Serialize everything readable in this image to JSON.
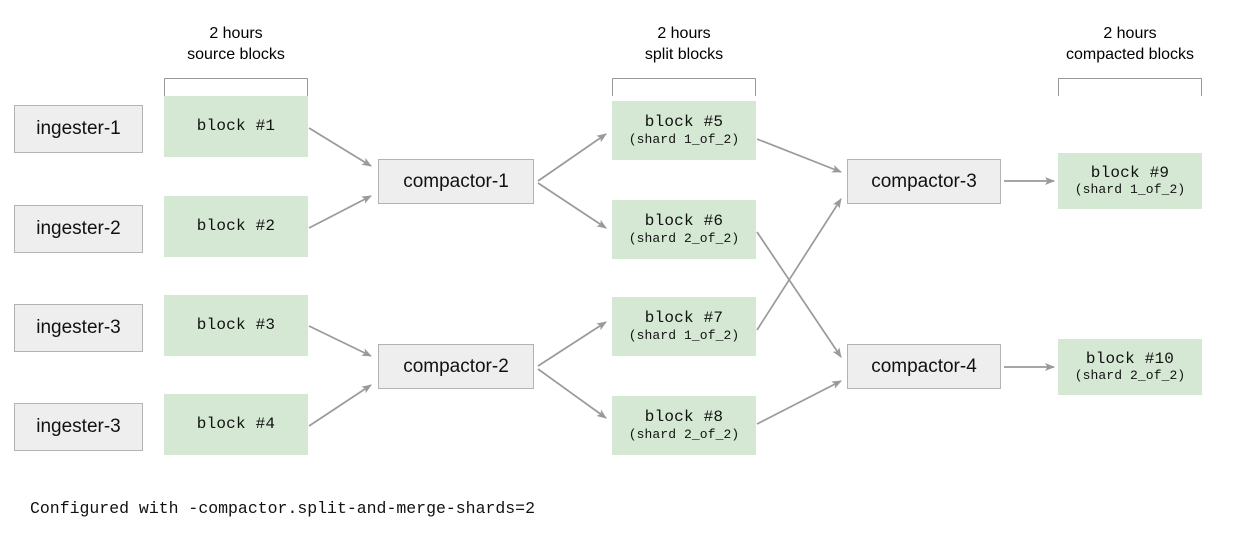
{
  "diagram": {
    "title_caption": "Configured with -compactor.split-and-merge-shards=2",
    "colors": {
      "block_fill": "#d5e8d4",
      "process_fill": "#eeeeee",
      "process_border": "#b3b3b3",
      "arrow": "#999999",
      "bracket": "#999999",
      "text": "#111111",
      "background": "#ffffff"
    }
  },
  "groups": [
    {
      "id": "source",
      "line1": "2 hours",
      "line2": "source blocks"
    },
    {
      "id": "split",
      "line1": "2 hours",
      "line2": "split blocks"
    },
    {
      "id": "compacted",
      "line1": "2 hours",
      "line2": "compacted blocks"
    }
  ],
  "ingesters": [
    {
      "id": "ingester-1",
      "label": "ingester-1"
    },
    {
      "id": "ingester-2",
      "label": "ingester-2"
    },
    {
      "id": "ingester-3a",
      "label": "ingester-3"
    },
    {
      "id": "ingester-3b",
      "label": "ingester-3"
    }
  ],
  "source_blocks": [
    {
      "id": "block-1",
      "title": "block #1",
      "sub": ""
    },
    {
      "id": "block-2",
      "title": "block #2",
      "sub": ""
    },
    {
      "id": "block-3",
      "title": "block #3",
      "sub": ""
    },
    {
      "id": "block-4",
      "title": "block #4",
      "sub": ""
    }
  ],
  "split_blocks": [
    {
      "id": "block-5",
      "title": "block #5",
      "sub": "(shard 1_of_2)"
    },
    {
      "id": "block-6",
      "title": "block #6",
      "sub": "(shard 2_of_2)"
    },
    {
      "id": "block-7",
      "title": "block #7",
      "sub": "(shard 1_of_2)"
    },
    {
      "id": "block-8",
      "title": "block #8",
      "sub": "(shard 2_of_2)"
    }
  ],
  "compacted_blocks": [
    {
      "id": "block-9",
      "title": "block #9",
      "sub": "(shard 1_of_2)"
    },
    {
      "id": "block-10",
      "title": "block #10",
      "sub": "(shard 2_of_2)"
    }
  ],
  "compactors": [
    {
      "id": "compactor-1",
      "label": "compactor-1"
    },
    {
      "id": "compactor-2",
      "label": "compactor-2"
    },
    {
      "id": "compactor-3",
      "label": "compactor-3"
    },
    {
      "id": "compactor-4",
      "label": "compactor-4"
    }
  ],
  "edges": [
    {
      "from": "block-1",
      "to": "compactor-1"
    },
    {
      "from": "block-2",
      "to": "compactor-1"
    },
    {
      "from": "block-3",
      "to": "compactor-2"
    },
    {
      "from": "block-4",
      "to": "compactor-2"
    },
    {
      "from": "compactor-1",
      "to": "block-5"
    },
    {
      "from": "compactor-1",
      "to": "block-6"
    },
    {
      "from": "compactor-2",
      "to": "block-7"
    },
    {
      "from": "compactor-2",
      "to": "block-8"
    },
    {
      "from": "block-5",
      "to": "compactor-3"
    },
    {
      "from": "block-7",
      "to": "compactor-3"
    },
    {
      "from": "block-6",
      "to": "compactor-4"
    },
    {
      "from": "block-8",
      "to": "compactor-4"
    },
    {
      "from": "compactor-3",
      "to": "block-9"
    },
    {
      "from": "compactor-4",
      "to": "block-10"
    }
  ]
}
